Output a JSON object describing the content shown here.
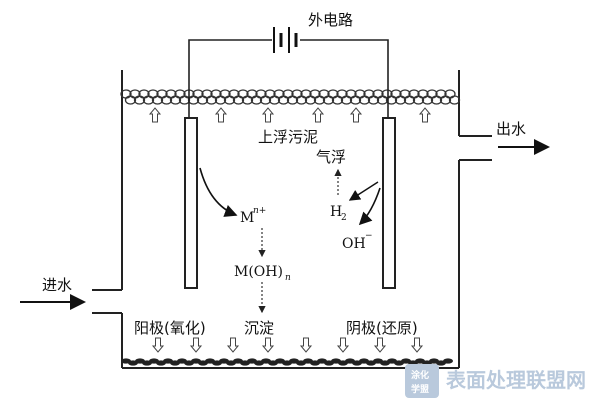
{
  "labels": {
    "external_circuit": "外电路",
    "floating_sludge": "上浮污泥",
    "float_gas": "气浮",
    "water_out": "出水",
    "water_in": "进水",
    "anode": "阳极(氧化)",
    "cathode": "阴极(还原)",
    "precipitate": "沉淀"
  },
  "chem": {
    "metal_ion": "M",
    "metal_ion_sup": "n+",
    "hydroxide": "M(OH)",
    "hydroxide_sub": "n",
    "hydrogen": "H",
    "hydrogen_sub": "2",
    "hydroxyl": "OH",
    "hydroxyl_sup": "−"
  },
  "watermark": {
    "text": "表面处理联盟网",
    "badge_line1": "涂化",
    "badge_line2": "学盟"
  }
}
